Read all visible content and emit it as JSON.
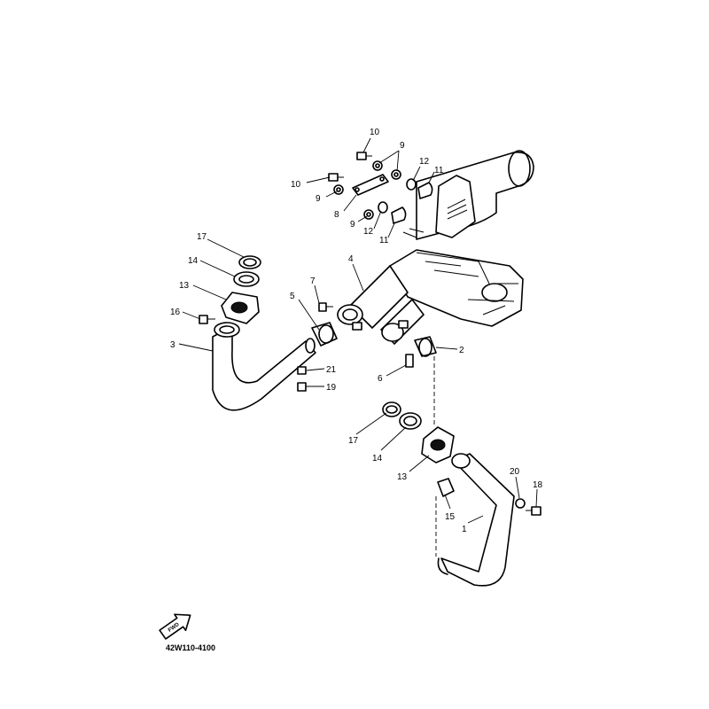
{
  "diagram": {
    "drawing_code": "42W110-4100",
    "fwd_label": "FWD",
    "callouts": [
      {
        "id": "c10a",
        "label": "10"
      },
      {
        "id": "c9a",
        "label": "9"
      },
      {
        "id": "c12a",
        "label": "12"
      },
      {
        "id": "c11a",
        "label": "11"
      },
      {
        "id": "c10b",
        "label": "10"
      },
      {
        "id": "c9b",
        "label": "9"
      },
      {
        "id": "c8",
        "label": "8"
      },
      {
        "id": "c9c",
        "label": "9"
      },
      {
        "id": "c12b",
        "label": "12"
      },
      {
        "id": "c11b",
        "label": "11"
      },
      {
        "id": "c17a",
        "label": "17"
      },
      {
        "id": "c14a",
        "label": "14"
      },
      {
        "id": "c13a",
        "label": "13"
      },
      {
        "id": "c16",
        "label": "16"
      },
      {
        "id": "c3",
        "label": "3"
      },
      {
        "id": "c7",
        "label": "7"
      },
      {
        "id": "c5",
        "label": "5"
      },
      {
        "id": "c4",
        "label": "4"
      },
      {
        "id": "c2",
        "label": "2"
      },
      {
        "id": "c6",
        "label": "6"
      },
      {
        "id": "c21",
        "label": "21"
      },
      {
        "id": "c19",
        "label": "19"
      },
      {
        "id": "c17b",
        "label": "17"
      },
      {
        "id": "c14b",
        "label": "14"
      },
      {
        "id": "c13b",
        "label": "13"
      },
      {
        "id": "c20",
        "label": "20"
      },
      {
        "id": "c18",
        "label": "18"
      },
      {
        "id": "c15",
        "label": "15"
      },
      {
        "id": "c1",
        "label": "1"
      }
    ]
  }
}
